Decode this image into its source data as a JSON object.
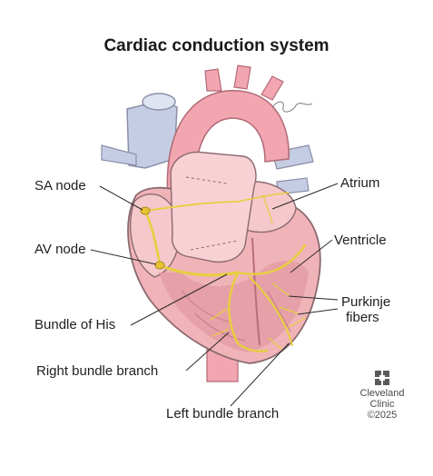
{
  "title": "Cardiac conduction system",
  "labels": {
    "sa_node": "SA node",
    "av_node": "AV node",
    "bundle_of_his": "Bundle of His",
    "right_bundle_branch": "Right bundle branch",
    "left_bundle_branch": "Left bundle branch",
    "atrium": "Atrium",
    "ventricle": "Ventricle",
    "purkinje_line1": "Purkinje",
    "purkinje_line2": "fibers"
  },
  "logo": {
    "line1": "Cleveland",
    "line2": "Clinic",
    "copyright": "©2025"
  },
  "colors": {
    "heart_fill": "#f0b3b8",
    "heart_deep": "#d98590",
    "aorta": "#f2a6b0",
    "vein_blue": "#c5cde4",
    "conduction": "#e8cf3e",
    "outline": "#8a6a70",
    "text": "#1e1e1e"
  }
}
